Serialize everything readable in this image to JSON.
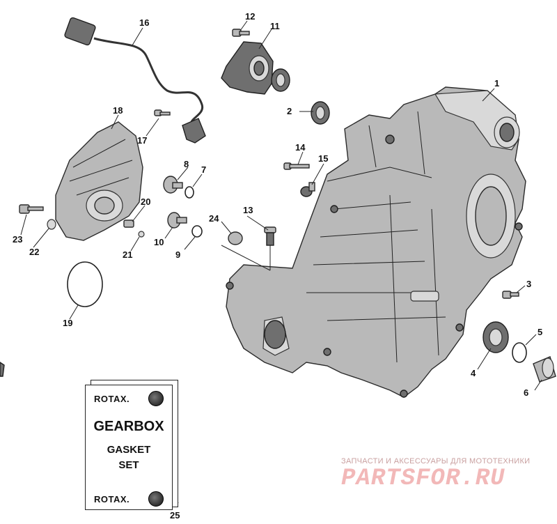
{
  "callouts": [
    {
      "id": "1",
      "label": "1"
    },
    {
      "id": "2",
      "label": "2"
    },
    {
      "id": "3",
      "label": "3"
    },
    {
      "id": "4",
      "label": "4"
    },
    {
      "id": "5",
      "label": "5"
    },
    {
      "id": "6",
      "label": "6"
    },
    {
      "id": "7",
      "label": "7"
    },
    {
      "id": "8",
      "label": "8"
    },
    {
      "id": "9",
      "label": "9"
    },
    {
      "id": "10",
      "label": "10"
    },
    {
      "id": "11",
      "label": "11"
    },
    {
      "id": "12",
      "label": "12"
    },
    {
      "id": "13",
      "label": "13"
    },
    {
      "id": "14",
      "label": "14"
    },
    {
      "id": "15",
      "label": "15"
    },
    {
      "id": "16",
      "label": "16"
    },
    {
      "id": "17",
      "label": "17"
    },
    {
      "id": "18",
      "label": "18"
    },
    {
      "id": "19",
      "label": "19"
    },
    {
      "id": "20",
      "label": "20"
    },
    {
      "id": "21",
      "label": "21"
    },
    {
      "id": "22",
      "label": "22"
    },
    {
      "id": "23",
      "label": "23"
    },
    {
      "id": "24",
      "label": "24"
    },
    {
      "id": "25",
      "label": "25"
    }
  ],
  "kit": {
    "brand_top": "ROTAX.",
    "title_line1": "GEARBOX",
    "title_line2": "GASKET",
    "title_line3": "SET",
    "brand_bottom": "ROTAX."
  },
  "watermark": {
    "tagline": "ЗАПЧАСТИ И АКСЕССУАРЫ ДЛЯ МОТОТЕХНИКИ",
    "site": "PARTSFOR.RU"
  },
  "colors": {
    "part_gray": "#b9b9b9",
    "watermark_red": "#f2b8b8"
  }
}
